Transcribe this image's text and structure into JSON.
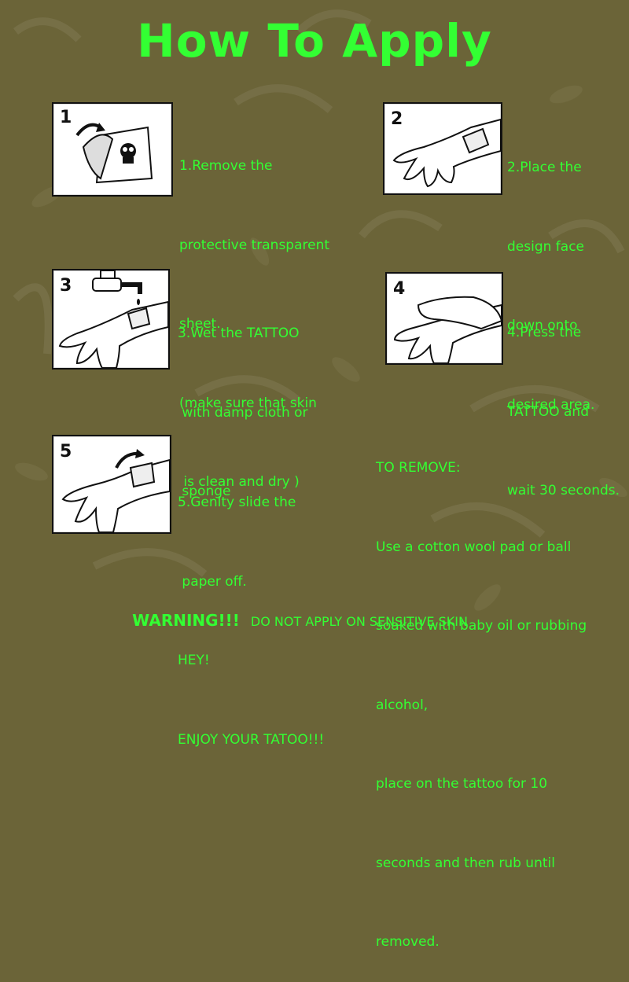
{
  "title": "How To Apply",
  "accent_color": "#33ff33",
  "background_color": "#6b6438",
  "steps": [
    {
      "number": "1",
      "icon": "peel-sheet-illustration",
      "lines": [
        "1.Remove the",
        "protective transparent",
        "sheet.",
        "(make sure that skin",
        " is clean and dry )"
      ]
    },
    {
      "number": "2",
      "icon": "place-design-illustration",
      "lines": [
        "2.Place the",
        "design face",
        "down onto",
        "desired area."
      ]
    },
    {
      "number": "3",
      "icon": "wet-tattoo-illustration",
      "lines": [
        "3.Wet the TATTOO",
        " with damp cloth or",
        " sponge"
      ]
    },
    {
      "number": "4",
      "icon": "press-tattoo-illustration",
      "lines": [
        "4.Press the",
        "TATTOO and",
        "wait 30 seconds."
      ]
    },
    {
      "number": "5",
      "icon": "slide-paper-illustration",
      "lines": [
        "5.Genlty slide the",
        " paper off.",
        "HEY!",
        "ENJOY YOUR TATOO!!!"
      ]
    }
  ],
  "remove": {
    "lines": [
      "TO REMOVE:",
      "Use a cotton wool pad or ball",
      "soaked with baby oil or rubbing",
      "alcohol,",
      "place on the tattoo for 10",
      "seconds and then rub until",
      "removed."
    ]
  },
  "warning": {
    "label": "WARNING!!!",
    "text": "DO NOT APPLY ON SENSITIVE SKIN"
  }
}
